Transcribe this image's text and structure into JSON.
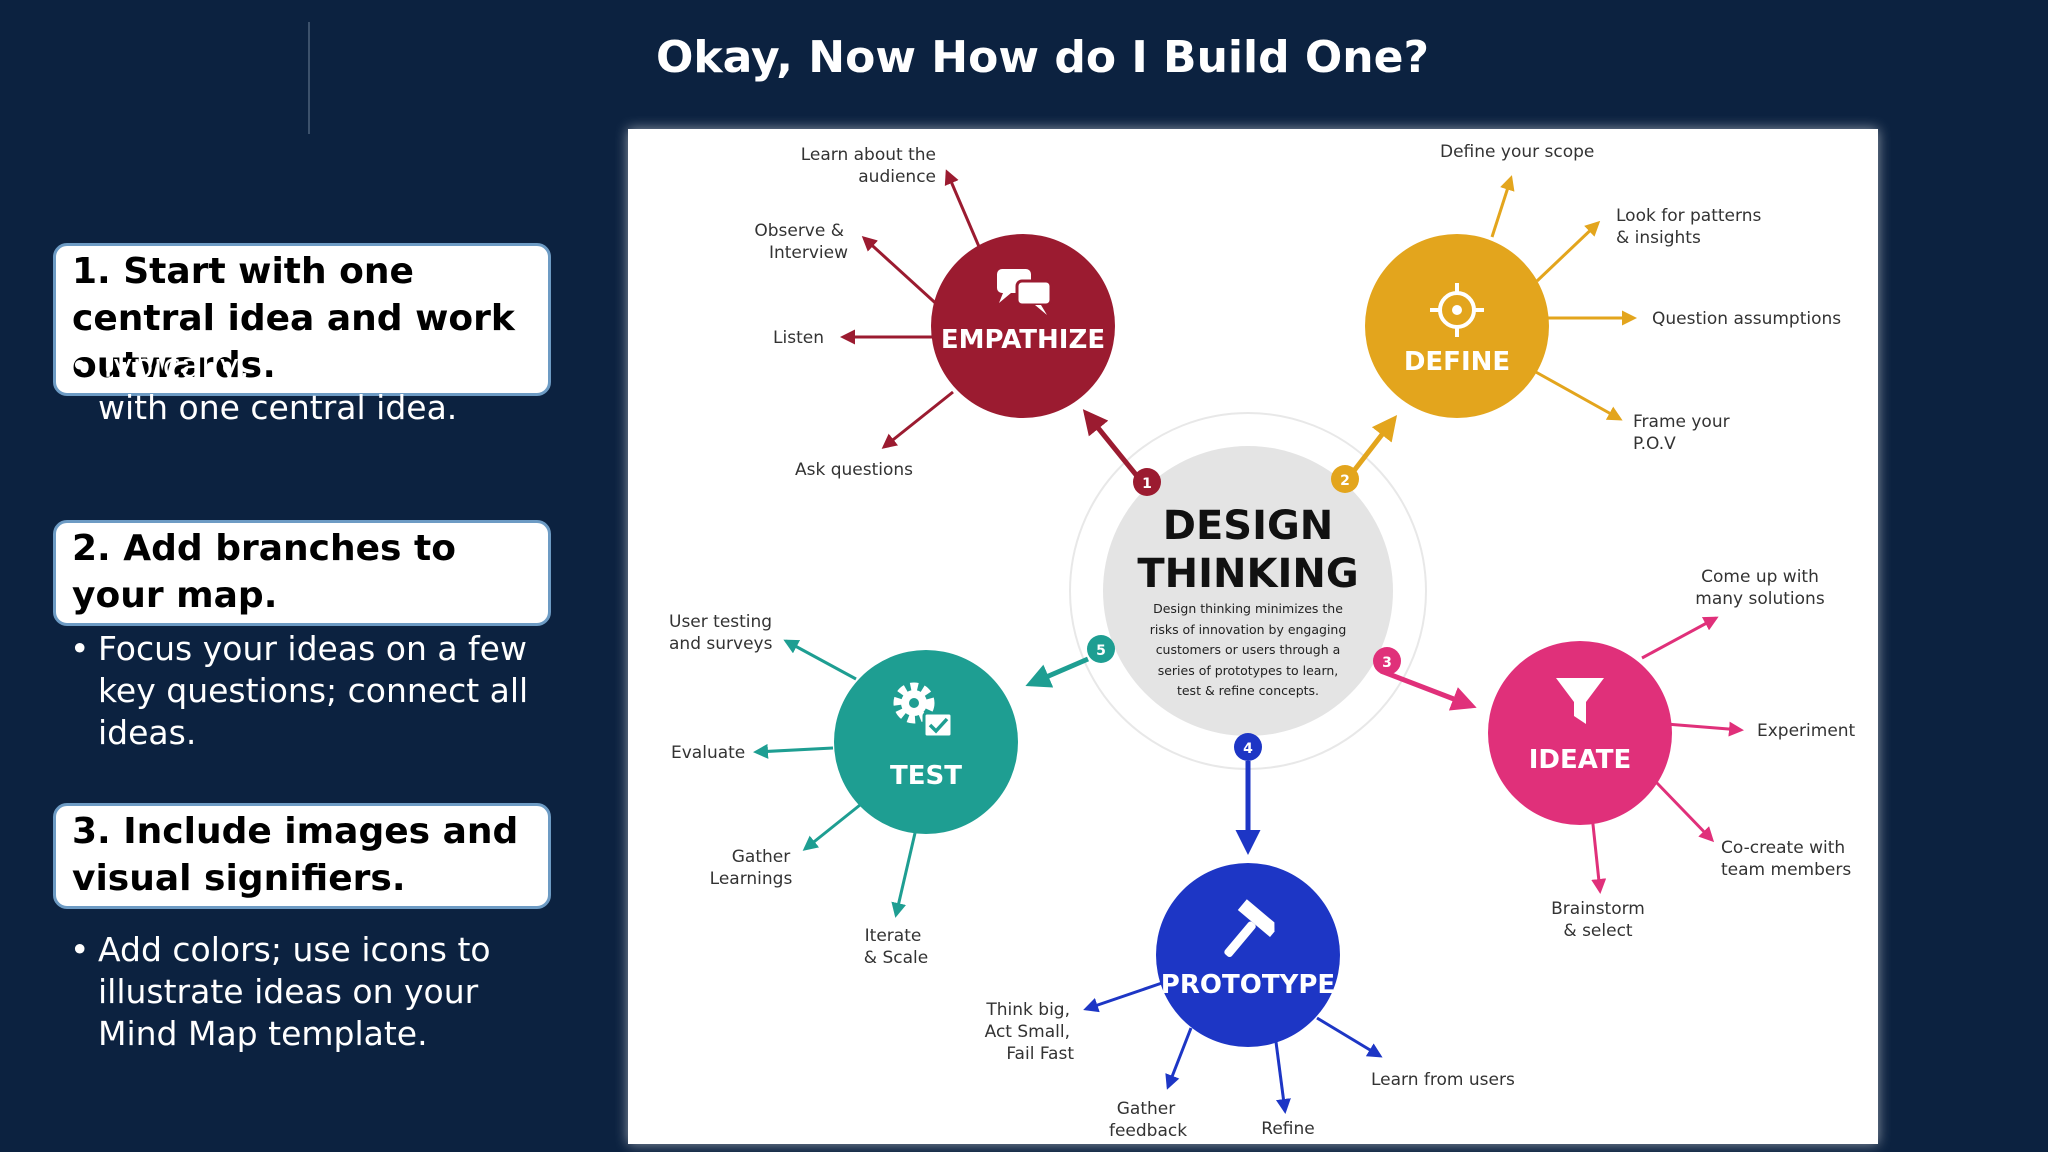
{
  "title": "Okay, Now How do I Build One?",
  "steps": [
    {
      "heading": "1. Start with one central idea and work outwards.",
      "bullet": "•",
      "text": "Typically, Mind Maps start with one central idea."
    },
    {
      "heading": "2. Add branches to your map.",
      "bullet": "•",
      "text": "Focus your ideas on a few key questions; connect all ideas."
    },
    {
      "heading": "3. Include images and visual signifiers.",
      "bullet": "•",
      "text": "Add colors; use icons  to illustrate ideas on your Mind Map template."
    }
  ],
  "diagram": {
    "center_title_line1": "DESIGN",
    "center_title_line2": "THINKING",
    "center_desc": [
      "Design thinking minimizes the",
      "risks of innovation by engaging",
      "customers or users through a",
      "series of prototypes to learn,",
      "test & refine concepts."
    ],
    "empathize": {
      "label": "EMPATHIZE",
      "number": "1",
      "color": "#9b1b30",
      "icon": "chat-bubbles-icon",
      "branches": [
        [
          "Learn about the",
          "audience"
        ],
        [
          "Observe &",
          "Interview"
        ],
        [
          "Listen"
        ],
        [
          "Ask questions"
        ]
      ]
    },
    "define": {
      "label": "DEFINE",
      "number": "2",
      "color": "#e3a51d",
      "icon": "crosshair-icon",
      "branches": [
        [
          "Define your scope"
        ],
        [
          "Look for patterns",
          "& insights"
        ],
        [
          "Question assumptions"
        ],
        [
          "Frame your",
          "P.O.V"
        ]
      ]
    },
    "ideate": {
      "label": "IDEATE",
      "number": "3",
      "color": "#e0307a",
      "icon": "funnel-icon",
      "branches": [
        [
          "Come up with",
          "many solutions"
        ],
        [
          "Experiment"
        ],
        [
          "Co-create with",
          "team members"
        ],
        [
          "Brainstorm",
          "& select"
        ]
      ]
    },
    "prototype": {
      "label": "PROTOTYPE",
      "number": "4",
      "color": "#1d36c5",
      "icon": "hammer-icon",
      "branches": [
        [
          "Think big,",
          "Act Small,",
          "Fail Fast"
        ],
        [
          "Gather",
          "feedback"
        ],
        [
          "Refine"
        ],
        [
          "Learn from users"
        ]
      ]
    },
    "test": {
      "label": "TEST",
      "number": "5",
      "color": "#1e9e92",
      "icon": "gear-check-icon",
      "branches": [
        [
          "User testing",
          "and surveys"
        ],
        [
          "Evaluate"
        ],
        [
          "Gather",
          "Learnings"
        ],
        [
          "Iterate",
          "& Scale"
        ]
      ]
    }
  }
}
